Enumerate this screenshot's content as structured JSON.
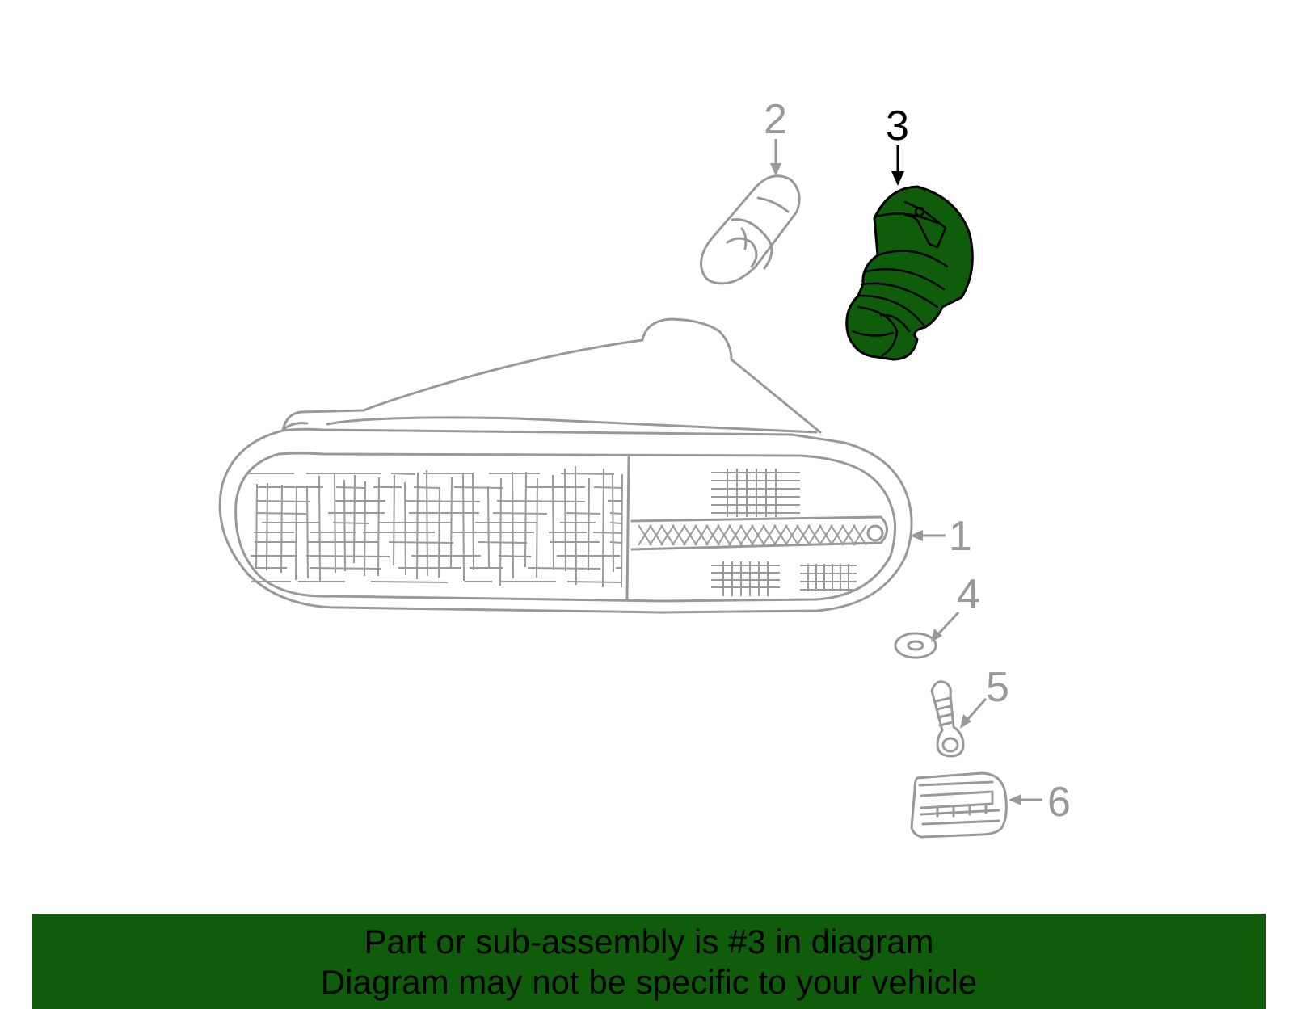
{
  "colors": {
    "highlight": "#0f5c0a",
    "part_outline": "#999999",
    "highlight_outline": "#000000",
    "background": "#ffffff"
  },
  "callouts": [
    {
      "number": "1",
      "part": "lamp-assembly",
      "highlighted": false
    },
    {
      "number": "2",
      "part": "bulb",
      "highlighted": false
    },
    {
      "number": "3",
      "part": "bulb-socket",
      "highlighted": true
    },
    {
      "number": "4",
      "part": "washer",
      "highlighted": false
    },
    {
      "number": "5",
      "part": "bolt",
      "highlighted": false
    },
    {
      "number": "6",
      "part": "bracket",
      "highlighted": false
    }
  ],
  "banner": {
    "line1": "Part or sub-assembly is #3 in diagram",
    "line2": "Diagram may not be specific to your vehicle"
  }
}
